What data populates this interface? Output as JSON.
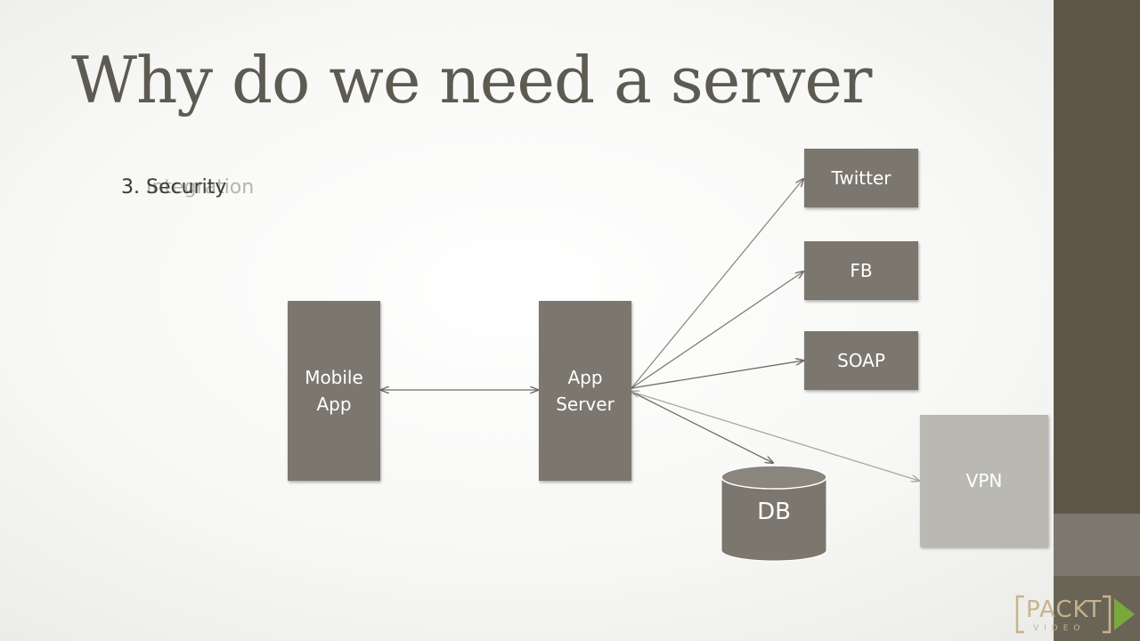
{
  "slide": {
    "title": "Why do we need a server",
    "bullet_previous": "3. Integration",
    "bullet_current": "3. Security"
  },
  "diagram": {
    "nodes": {
      "mobile_app": "Mobile\nApp",
      "app_server": "App\nServer",
      "twitter": "Twitter",
      "fb": "FB",
      "soap": "SOAP",
      "vpn": "VPN",
      "db": "DB"
    }
  },
  "branding": {
    "logo_text": "PACKT",
    "logo_sub": "VIDEO",
    "colors": {
      "accent": "#5e5748",
      "box": "#7b776e",
      "box_light": "#b9b8b3",
      "logo": "#c9b28c"
    }
  }
}
